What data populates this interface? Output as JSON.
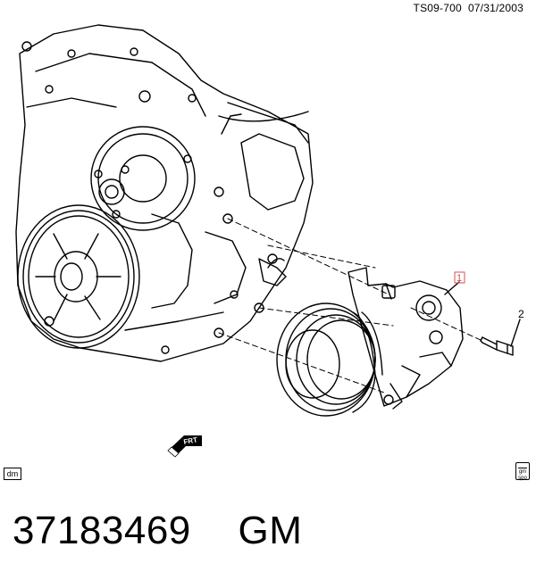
{
  "header": {
    "doc_code": "TS09-700",
    "doc_date": "07/31/2003"
  },
  "callouts": {
    "item1": "1",
    "item2": "2"
  },
  "arrow_label": "FRT",
  "corner_badge": "dm",
  "gm_icon": {
    "line1": "gm",
    "line2": "spo"
  },
  "footer": {
    "part_number": "37183469",
    "brand": "GM"
  }
}
